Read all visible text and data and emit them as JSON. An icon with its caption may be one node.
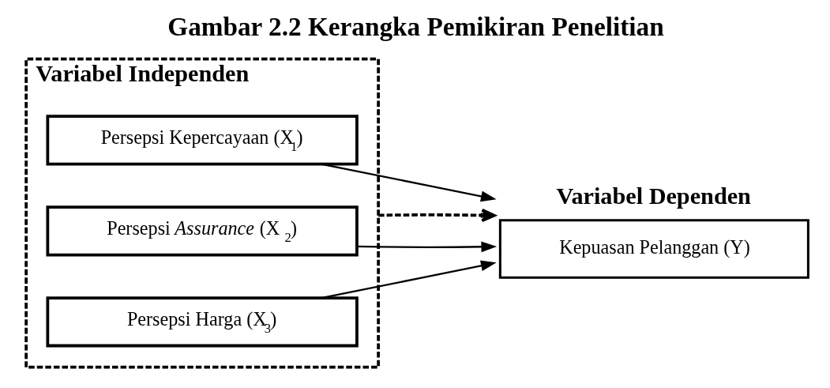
{
  "diagram": {
    "title": "Gambar 2.2 Kerangka Pemikiran Penelitian",
    "nodes": [
      {
        "text": [
          "Variabel Independen"
        ]
      },
      {
        "text": [
          "Persepsi Kepercayaan (X$_{1}$)"
        ],
        "in": 0
      },
      {
        "text": [
          "Persepsi *Assurance*  (X$_{2}$)"
        ],
        "in": 0
      },
      {
        "text": [
          "Persepsi Harga (X$_{3}$)"
        ],
        "in": 0
      },
      {
        "text": [
          "Variabel Dependen",
          "Kepuasan Pelanggan (Y)"
        ]
      }
    ],
    "edges": [
      {
        "from": 1,
        "to": 4,
        "arrow": "to"
      },
      {
        "from": 2,
        "to": 4,
        "arrow": "to"
      },
      {
        "from": 3,
        "to": 4,
        "arrow": "to"
      },
      {
        "from": 0,
        "to": 4,
        "arrow": "to",
        "style": "dashed"
      }
    ]
  }
}
